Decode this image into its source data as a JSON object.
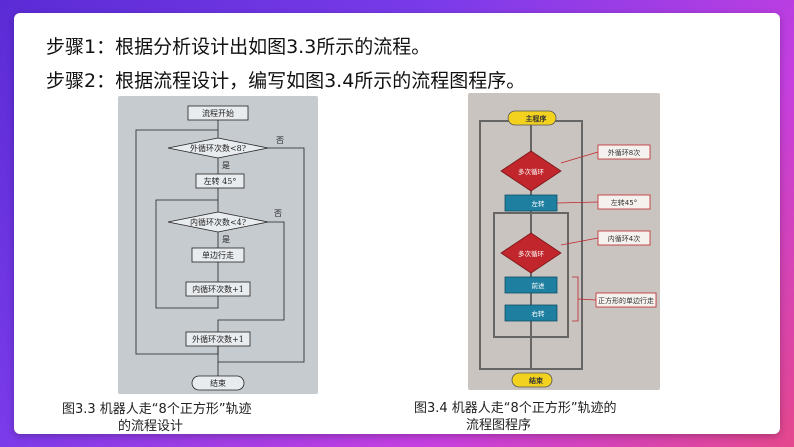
{
  "steps": {
    "step1": "步骤1：根据分析设计出如图3.3所示的流程。",
    "step2": "步骤2：根据流程设计，编写如图3.4所示的流程图程序。"
  },
  "figure33": {
    "start": "流程开始",
    "outer_cond": "外循环次数<8?",
    "no1": "否",
    "yes1": "是",
    "turn_left": "左转 45°",
    "inner_cond": "内循环次数<4?",
    "no2": "否",
    "yes2": "是",
    "walk": "单边行走",
    "inner_inc": "内循环次数+1",
    "outer_inc": "外循环次数+1",
    "end": "结束",
    "caption_line1": "图3.3    机器人走“8个正方形”轨迹",
    "caption_line2": "的流程设计"
  },
  "figure34": {
    "main": "主程序",
    "loop1": "多次循环",
    "left": "左转",
    "loop2": "多次循环",
    "forward": "前进",
    "right": "右转",
    "end": "结束",
    "note_outer": "外循环8次",
    "note_left": "左转45°",
    "note_inner": "内循环4次",
    "note_side": "正方形的单边行走",
    "caption_line1": "图3.4    机器人走“8个正方形”轨迹的",
    "caption_line2": "流程图程序"
  },
  "colors": {
    "background_start": "#5b2bd6",
    "background_end": "#e5488d",
    "diamond_red": "#c0262b",
    "block_blue": "#1f7fa0",
    "start_yellow": "#f2d21f"
  }
}
